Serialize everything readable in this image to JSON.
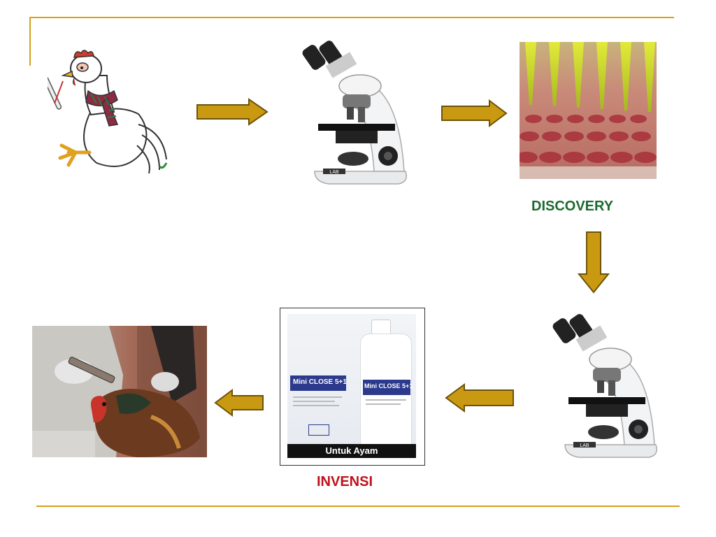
{
  "labels": {
    "discovery": "DISCOVERY",
    "invensi": "INVENSI"
  },
  "vaccine_box": {
    "top_text": "Mini CLOSE 5+1",
    "bottom_banner": "Untuk Ayam"
  },
  "microscope": {
    "brand": "LAB"
  },
  "icons": {
    "sick_chicken": "sick-chicken-illustration",
    "microscope": "microscope",
    "pipette_plate": "pipette-microplate-photo",
    "arrow": "flow-arrow",
    "vaccine_box": "vaccine-package",
    "injection": "chicken-vaccination-photo"
  },
  "colors": {
    "rule": "#d4a21a",
    "arrow_fill": "#c99a11",
    "arrow_stroke": "#6e5208",
    "discovery": "#1c6b2e",
    "invensi": "#c0111b"
  }
}
